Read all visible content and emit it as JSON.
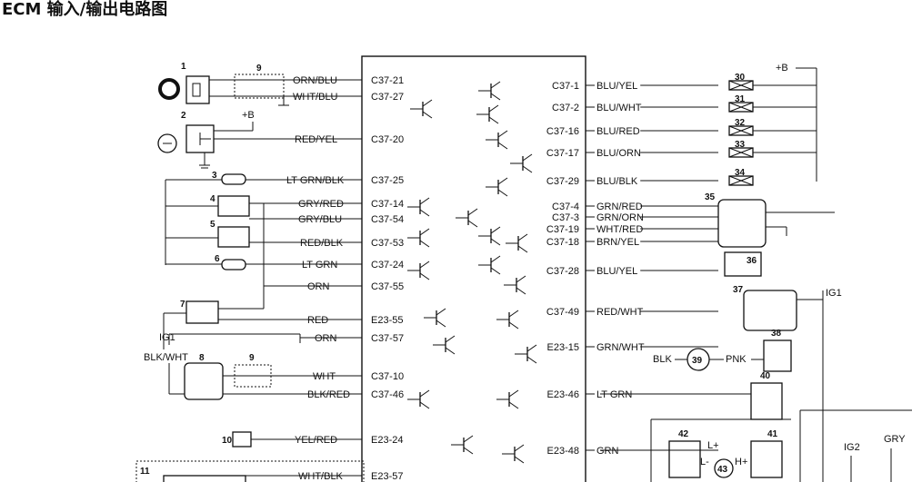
{
  "title": "ECM 输入/输出电路图",
  "ecm_left_pins": [
    {
      "pin": "C37-21",
      "wire": "ORN/BLU"
    },
    {
      "pin": "C37-27",
      "wire": "WHT/BLU"
    },
    {
      "pin": "C37-20",
      "wire": "RED/YEL"
    },
    {
      "pin": "C37-25",
      "wire": "LT GRN/BLK"
    },
    {
      "pin": "C37-14",
      "wire": "GRY/RED"
    },
    {
      "pin": "C37-54",
      "wire": "GRY/BLU"
    },
    {
      "pin": "C37-53",
      "wire": "RED/BLK"
    },
    {
      "pin": "C37-24",
      "wire": "LT GRN"
    },
    {
      "pin": "C37-55",
      "wire": "ORN"
    },
    {
      "pin": "E23-55",
      "wire": "RED"
    },
    {
      "pin": "C37-57",
      "wire": "ORN"
    },
    {
      "pin": "C37-10",
      "wire": "WHT"
    },
    {
      "pin": "C37-46",
      "wire": "BLK/RED"
    },
    {
      "pin": "E23-24",
      "wire": "YEL/RED"
    },
    {
      "pin": "E23-57",
      "wire": "WHT/BLK"
    }
  ],
  "ecm_right_pins": [
    {
      "pin": "C37-1",
      "wire": "BLU/YEL"
    },
    {
      "pin": "C37-2",
      "wire": "BLU/WHT"
    },
    {
      "pin": "C37-16",
      "wire": "BLU/RED"
    },
    {
      "pin": "C37-17",
      "wire": "BLU/ORN"
    },
    {
      "pin": "C37-29",
      "wire": "BLU/BLK"
    },
    {
      "pin": "C37-4",
      "wire": "GRN/RED"
    },
    {
      "pin": "C37-3",
      "wire": "GRN/ORN"
    },
    {
      "pin": "C37-19",
      "wire": "WHT/RED"
    },
    {
      "pin": "C37-18",
      "wire": "BRN/YEL"
    },
    {
      "pin": "C37-28",
      "wire": "BLU/YEL"
    },
    {
      "pin": "C37-49",
      "wire": "RED/WHT"
    },
    {
      "pin": "E23-15",
      "wire": "GRN/WHT"
    },
    {
      "pin": "E23-46",
      "wire": "LT GRN"
    },
    {
      "pin": "E23-48",
      "wire": "GRN"
    }
  ],
  "components": [
    "1",
    "2",
    "3",
    "4",
    "5",
    "6",
    "7",
    "8",
    "9",
    "9",
    "10",
    "11",
    "30",
    "31",
    "32",
    "33",
    "34",
    "35",
    "36",
    "37",
    "38",
    "39",
    "40",
    "41",
    "42",
    "43"
  ],
  "labels": {
    "plus_b_top": "+B",
    "plus_b_2": "+B",
    "ig1_left": "IG1",
    "blk_wht": "BLK/WHT",
    "ig1_right": "IG1",
    "ig2": "IG2",
    "gry": "GRY",
    "blk_39": "BLK",
    "pnk_39": "PNK",
    "l_plus": "L+",
    "l_minus": "L-",
    "h_plus": "H+"
  }
}
